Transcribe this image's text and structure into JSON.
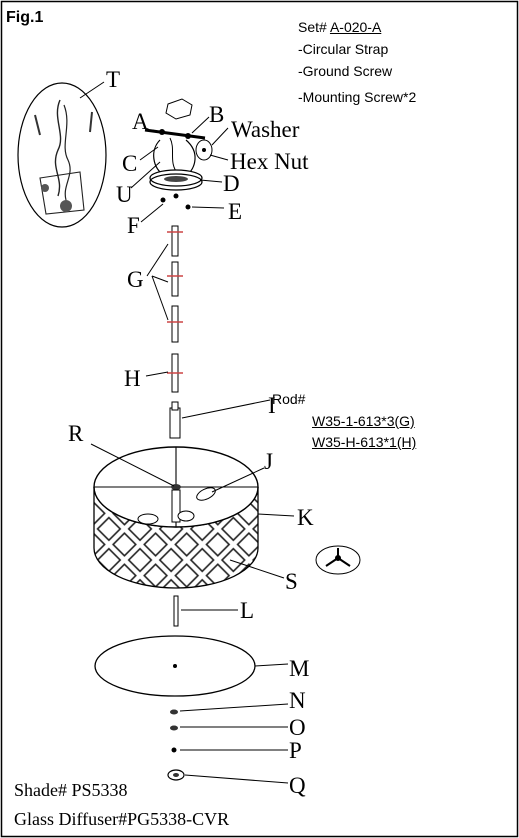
{
  "figure_label": "Fig.1",
  "set_info": {
    "prefix": "Set#",
    "number": "A-020-A",
    "items": [
      "-Circular Strap",
      "-Ground Screw",
      "-Mounting Screw*2"
    ]
  },
  "rod_info": {
    "label": "Rod#",
    "parts": [
      "W35-1-613*3(G)",
      "W35-H-613*1(H)"
    ]
  },
  "part_labels": {
    "T": "T",
    "A": "A",
    "B": "B",
    "washer": "Washer",
    "hex_nut": "Hex Nut",
    "C": "C",
    "U": "U",
    "D": "D",
    "E": "E",
    "F": "F",
    "G": "G",
    "H": "H",
    "I": "I",
    "R": "R",
    "J": "J",
    "K": "K",
    "S": "S",
    "L": "L",
    "M": "M",
    "N": "N",
    "O": "O",
    "P": "P",
    "Q": "Q"
  },
  "footer": {
    "shade": "Shade# PS5338",
    "diffuser": "Glass Diffuser#PG5338-CVR"
  }
}
